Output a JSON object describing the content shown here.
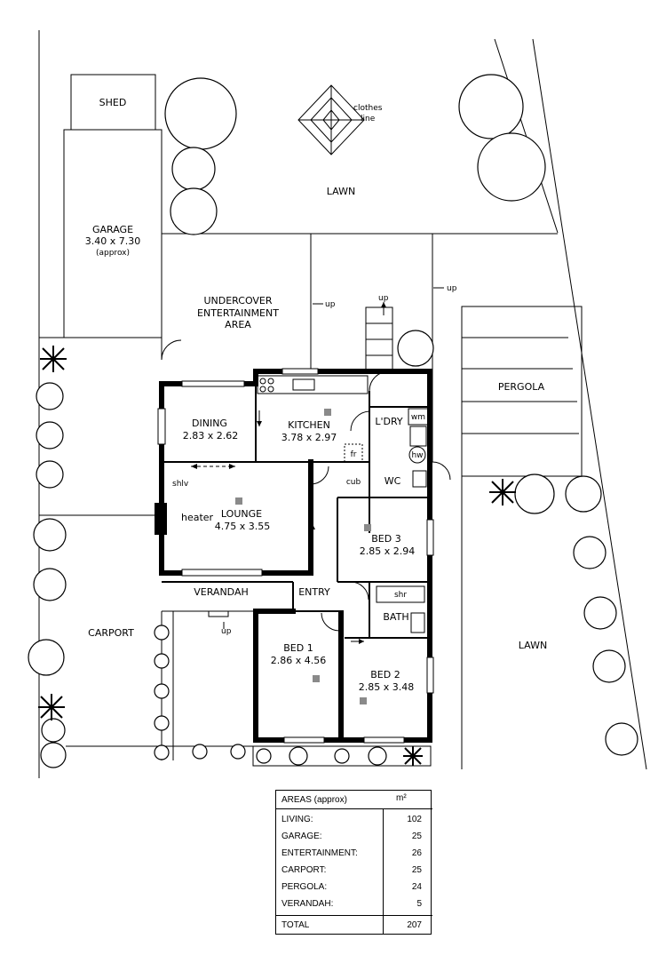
{
  "rooms": {
    "shed": "SHED",
    "garage": "GARAGE",
    "garage_dim": "3.40 x 7.30",
    "garage_note": "(approx)",
    "clothes1": "clothes",
    "clothes2": "line",
    "lawn_top": "LAWN",
    "ent1": "UNDERCOVER",
    "ent2": "ENTERTAINMENT",
    "ent3": "AREA",
    "pergola": "PERGOLA",
    "dining": "DINING",
    "dining_dim": "2.83 x 2.62",
    "kitchen": "KITCHEN",
    "kitchen_dim": "3.78 x 2.97",
    "laundry": "L'DRY",
    "wm": "wm",
    "hw": "hw",
    "fr": "fr",
    "cub": "cub",
    "wc": "WC",
    "shlv": "shlv",
    "heater": "heater",
    "lounge": "LOUNGE",
    "lounge_dim": "4.75 x 3.55",
    "bed3": "BED 3",
    "bed3_dim": "2.85 x 2.94",
    "verandah": "VERANDAH",
    "entry": "ENTRY",
    "shr": "shr",
    "bath": "BATH",
    "carport": "CARPORT",
    "lawn_right": "LAWN",
    "bed1": "BED 1",
    "bed1_dim": "2.86 x 4.56",
    "bed2": "BED 2",
    "bed2_dim": "2.85 x 3.48",
    "up": "up"
  },
  "areas": {
    "title": "AREAS (approx)",
    "unit": "m²",
    "rows": [
      {
        "name": "LIVING:",
        "value": "102"
      },
      {
        "name": "GARAGE:",
        "value": "25"
      },
      {
        "name": "ENTERTAINMENT:",
        "value": "26"
      },
      {
        "name": "CARPORT:",
        "value": "25"
      },
      {
        "name": "PERGOLA:",
        "value": "24"
      },
      {
        "name": "VERANDAH:",
        "value": "5"
      }
    ],
    "total_label": "TOTAL",
    "total_value": "207"
  }
}
